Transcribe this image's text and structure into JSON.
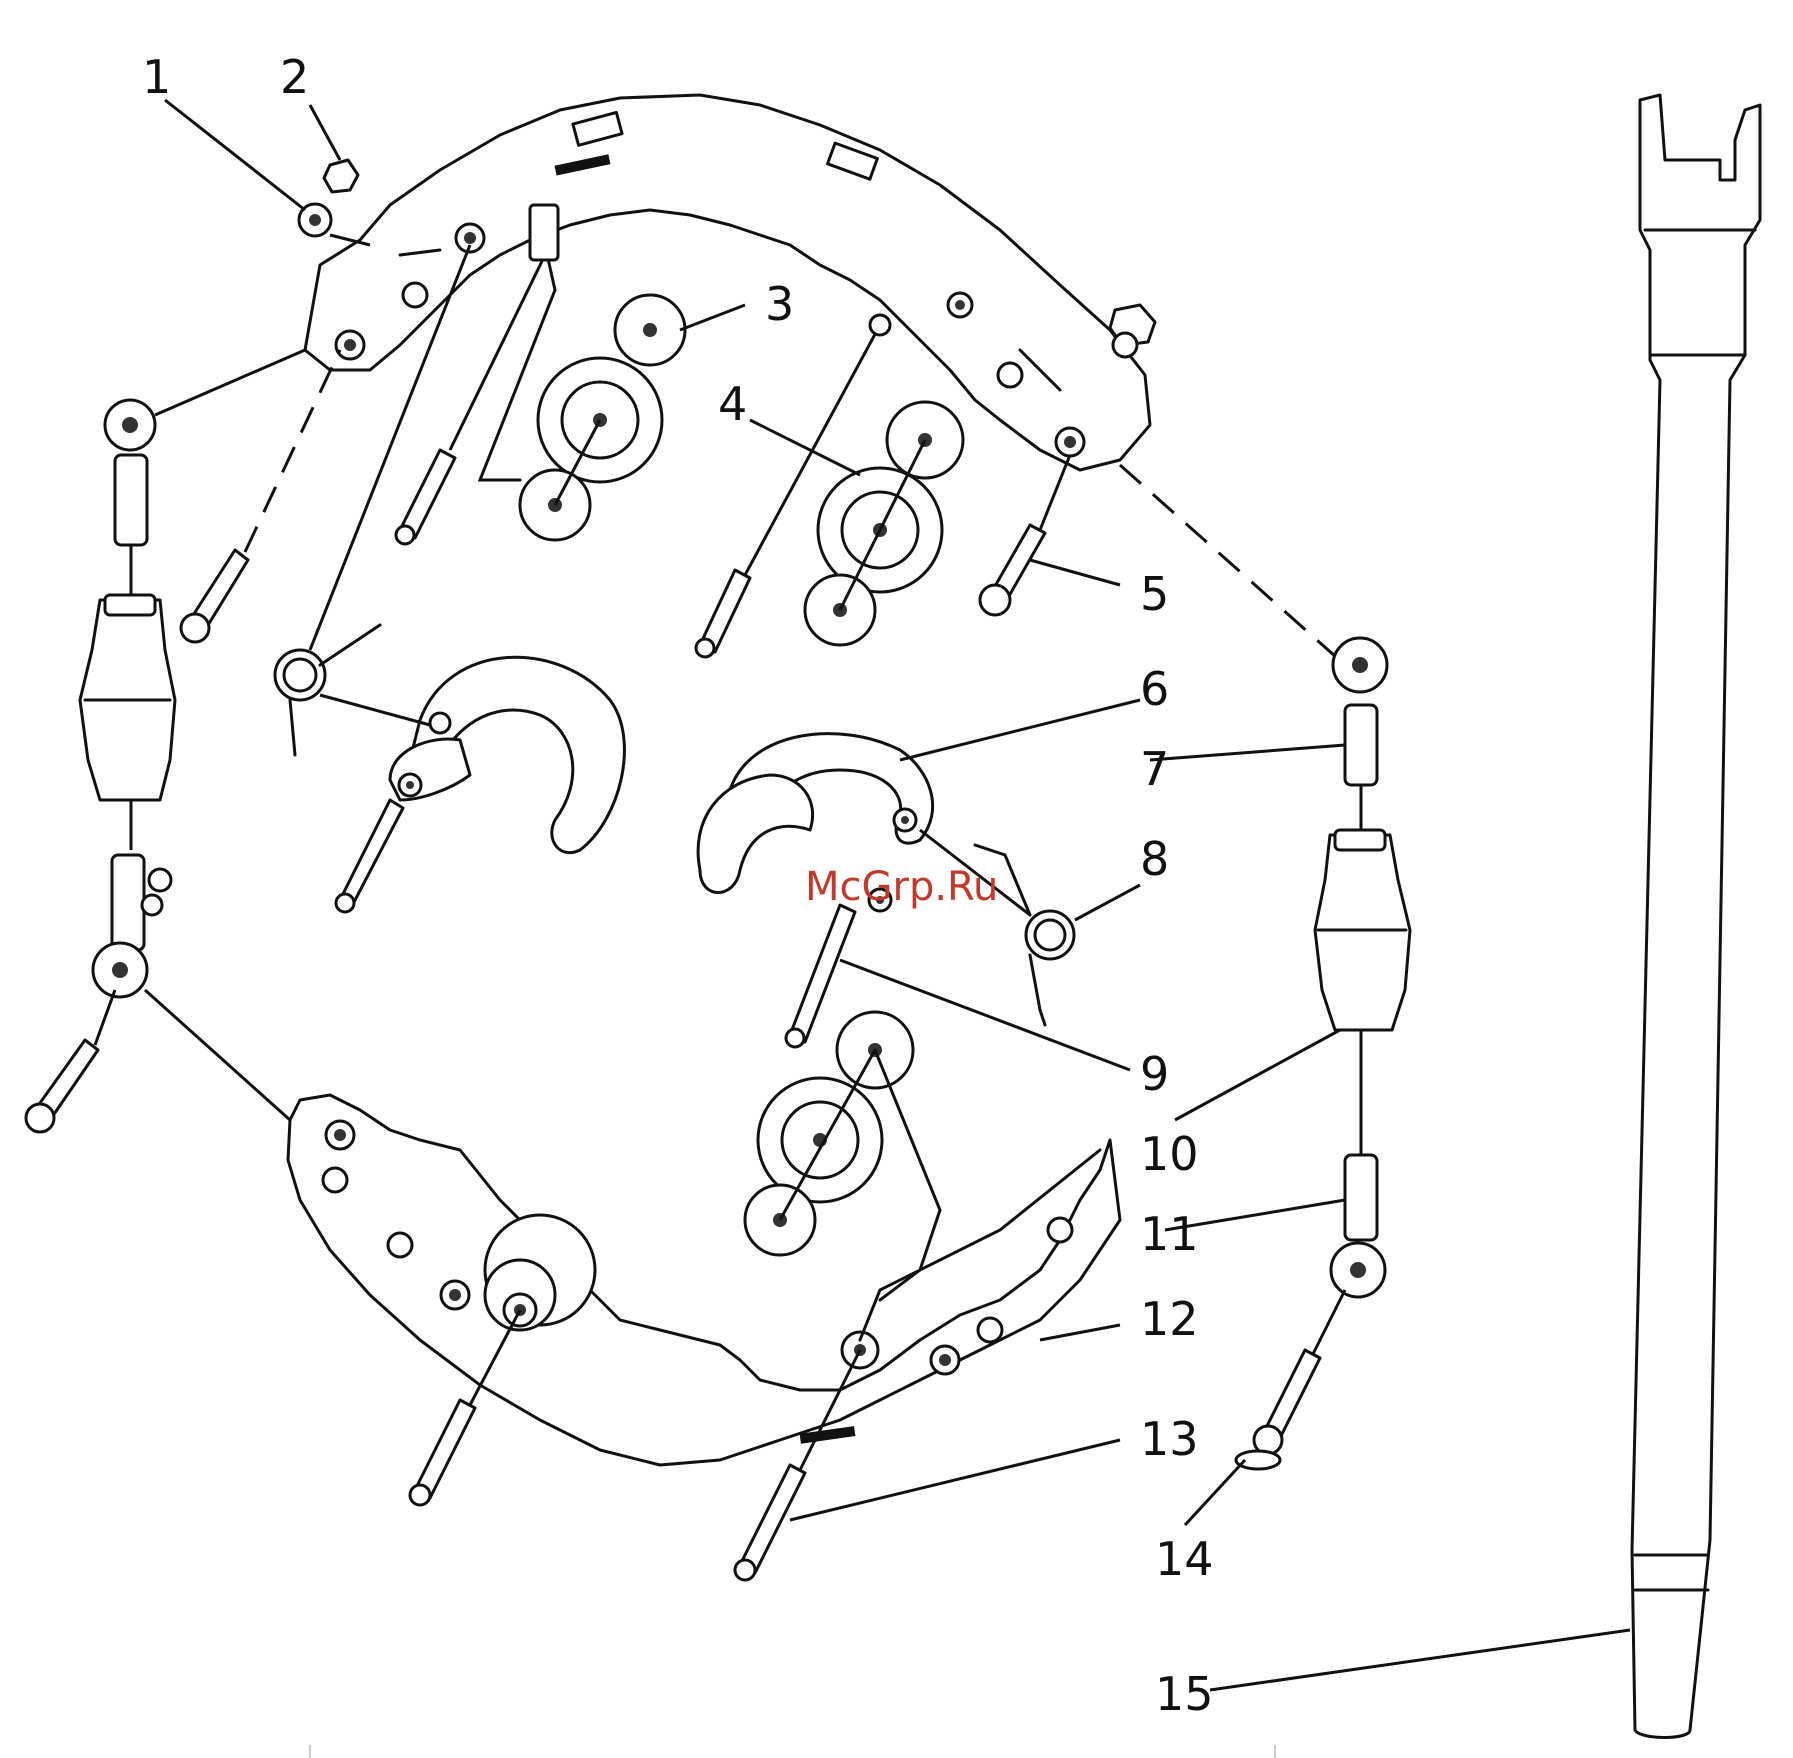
{
  "callouts": [
    {
      "num": "1"
    },
    {
      "num": "2"
    },
    {
      "num": "3"
    },
    {
      "num": "4"
    },
    {
      "num": "5"
    },
    {
      "num": "6"
    },
    {
      "num": "7"
    },
    {
      "num": "8"
    },
    {
      "num": "9"
    },
    {
      "num": "10"
    },
    {
      "num": "11"
    },
    {
      "num": "12"
    },
    {
      "num": "13"
    },
    {
      "num": "14"
    },
    {
      "num": "15"
    }
  ],
  "watermark": {
    "text": "McGrp.Ru",
    "color": "#c0392b"
  },
  "colors": {
    "line": "#111111",
    "background": "#ffffff"
  }
}
